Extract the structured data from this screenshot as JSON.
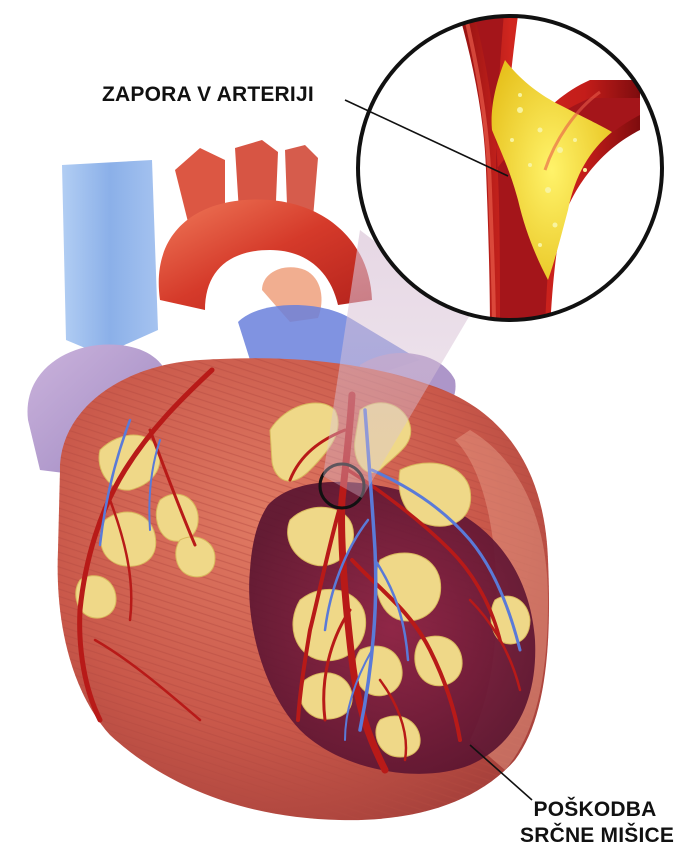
{
  "labels": {
    "blockage": "ZAPORA V ARTERIJI",
    "damage_line1": "POŠKODBA",
    "damage_line2": "SRČNE MIŠICE"
  },
  "colors": {
    "muscle": "#c9584a",
    "artery": "#b81a18",
    "vein": "#5a7ad8",
    "fat": "#efd888",
    "damage": "#6e1a3c",
    "plaque": "#f4e23a",
    "vena_cava": "#8fb6ea",
    "background": "#ffffff"
  },
  "icons": [
    "heart-illustration",
    "artery-closeup-illustration"
  ]
}
